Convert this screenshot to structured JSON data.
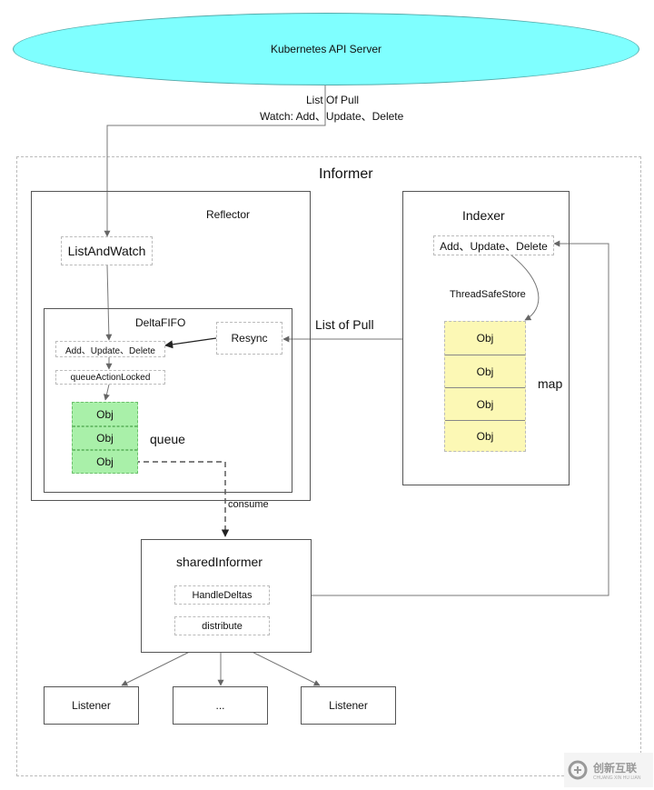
{
  "api_server": {
    "label": "Kubernetes API Server",
    "fill": "#7fffff"
  },
  "api_edge": {
    "line1": "List Of Pull",
    "line2": "Watch: Add、Update、Delete"
  },
  "informer": {
    "title": "Informer"
  },
  "reflector": {
    "title": "Reflector",
    "list_and_watch": "ListAndWatch"
  },
  "deltafifo": {
    "title": "DeltaFIFO",
    "ops": "Add、Update、Delete",
    "queue_action": "queueActionLocked",
    "resync": "Resync",
    "queue_label": "queue",
    "items": [
      "Obj",
      "Obj",
      "Obj"
    ]
  },
  "indexer": {
    "title": "Indexer",
    "ops": "Add、Update、Delete",
    "store": "ThreadSafeStore",
    "map_label": "map",
    "items": [
      "Obj",
      "Obj",
      "Obj",
      "Obj"
    ]
  },
  "edge_list_of_pull": "List of Pull",
  "edge_consume": "consume",
  "shared_informer": {
    "title": "sharedInformer",
    "handle_deltas": "HandleDeltas",
    "distribute": "distribute"
  },
  "listeners": [
    "Listener",
    "...",
    "Listener"
  ],
  "watermark": {
    "brand": "创新互联",
    "sub": "CHUANG XIN HU LIAN"
  },
  "colors": {
    "queue_fill": "#a9f0a9",
    "store_fill": "#fcf8b5"
  }
}
